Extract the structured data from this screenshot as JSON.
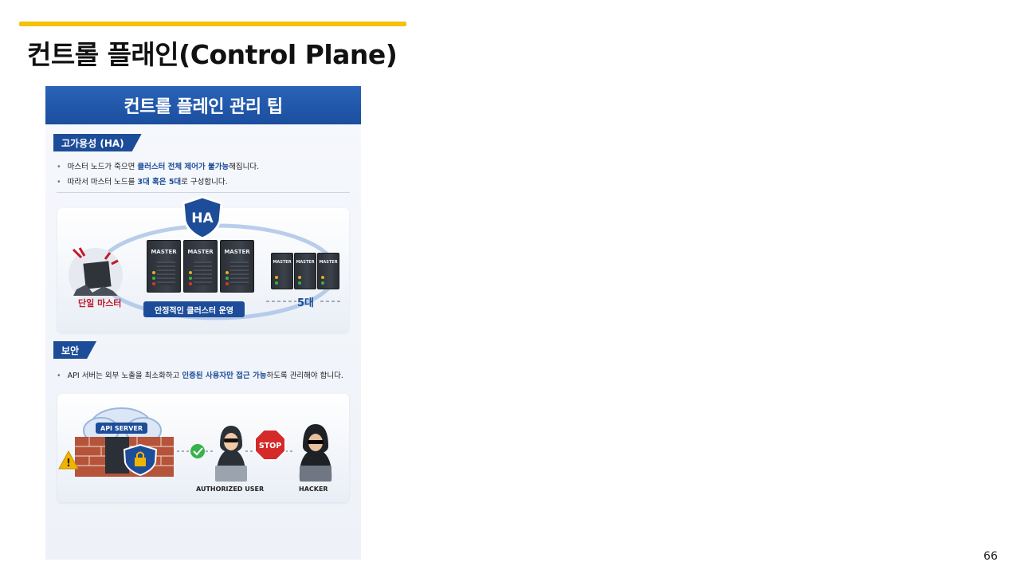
{
  "slide": {
    "title": "컨트롤 플래인(Control Plane)",
    "page_number": "66",
    "accent_color": "#f5c10a"
  },
  "infographic": {
    "header": "컨트롤 플레인 관리 팁",
    "brand_color": "#1d4d99",
    "ha_section": {
      "tag": "고가용성 (HA)",
      "bullets": [
        {
          "pre": "마스터 노드가 죽으면 ",
          "hl": "클러스터 전체 제어가 불가능",
          "post": "해집니다."
        },
        {
          "pre": "따라서 마스터 노드를 ",
          "hl": "3대 혹은 5대",
          "post": "로 구성합니다."
        }
      ],
      "shield_label": "HA",
      "single_master_label": "단일 마스터",
      "stable_cluster_label": "안정적인 클러스터 운영",
      "five_label": "5대",
      "server_label": "MASTER"
    },
    "security_section": {
      "tag": "보안",
      "bullet": {
        "pre": "API 서버는 외부 노출을 최소화하고 ",
        "hl": "인증된 사용자만 접근 가능",
        "post": "하도록 관리해야 합니다."
      },
      "api_server_label": "API SERVER",
      "stop_label": "STOP",
      "authorized_user_label": "AUTHORIZED USER",
      "hacker_label": "HACKER"
    }
  }
}
